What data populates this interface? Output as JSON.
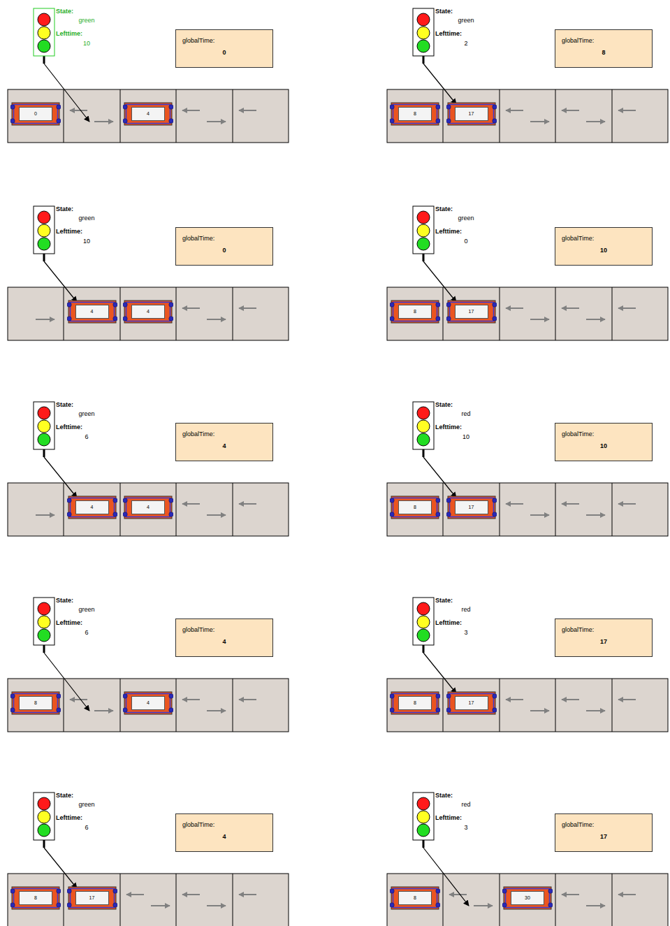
{
  "diagram": {
    "nodes": [
      {
        "text": [
          "State:",
          "green",
          "Lefttime:",
          "10"
        ]
      },
      {
        "text": [
          "globalTime:",
          "0"
        ]
      },
      {
        "text": [
          "0"
        ]
      },
      {
        "text": [
          "4"
        ]
      },
      {
        "text": [
          "State:",
          "green",
          "Lefttime:",
          "10"
        ]
      },
      {
        "text": [
          "globalTime:",
          "0"
        ]
      },
      {
        "text": [
          "4"
        ]
      },
      {
        "text": [
          "4"
        ]
      },
      {
        "text": [
          "State:",
          "green",
          "Lefttime:",
          "6"
        ]
      },
      {
        "text": [
          "globalTime:",
          "4"
        ]
      },
      {
        "text": [
          "4"
        ]
      },
      {
        "text": [
          "4"
        ]
      },
      {
        "text": [
          "State:",
          "green",
          "Lefttime:",
          "6"
        ]
      },
      {
        "text": [
          "globalTime:",
          "4"
        ]
      },
      {
        "text": [
          "8"
        ]
      },
      {
        "text": [
          "4"
        ]
      },
      {
        "text": [
          "State:",
          "green",
          "Lefttime:",
          "6"
        ]
      },
      {
        "text": [
          "globalTime:",
          "4"
        ]
      },
      {
        "text": [
          "8"
        ]
      },
      {
        "text": [
          "17"
        ]
      },
      {
        "text": [
          "State:",
          "green",
          "Lefttime:",
          "2"
        ]
      },
      {
        "text": [
          "globalTime:",
          "8"
        ]
      },
      {
        "text": [
          "8"
        ]
      },
      {
        "text": [
          "17"
        ]
      },
      {
        "text": [
          "State:",
          "green",
          "Lefttime:",
          "0"
        ]
      },
      {
        "text": [
          "globalTime:",
          "10"
        ]
      },
      {
        "text": [
          "8"
        ]
      },
      {
        "text": [
          "17"
        ]
      },
      {
        "text": [
          "State:",
          "red",
          "Lefttime:",
          "10"
        ]
      },
      {
        "text": [
          "globalTime:",
          "10"
        ]
      },
      {
        "text": [
          "8"
        ]
      },
      {
        "text": [
          "17"
        ]
      },
      {
        "text": [
          "State:",
          "red",
          "Lefttime:",
          "3"
        ]
      },
      {
        "text": [
          "globalTime:",
          "17"
        ]
      },
      {
        "text": [
          "8"
        ]
      },
      {
        "text": [
          "17"
        ]
      },
      {
        "text": [
          "State:",
          "red",
          "Lefttime:",
          "3"
        ]
      },
      {
        "text": [
          "globalTime:",
          "17"
        ]
      },
      {
        "text": [
          "8"
        ]
      },
      {
        "text": [
          "30"
        ]
      }
    ]
  }
}
